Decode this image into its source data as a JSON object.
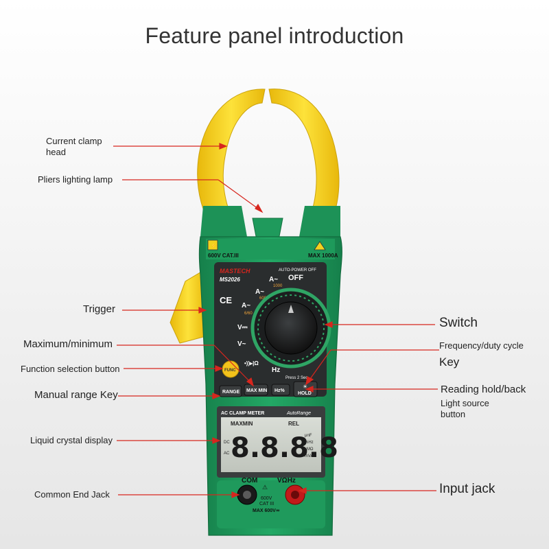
{
  "title": "Feature panel introduction",
  "colors": {
    "body_green": "#1f9a5c",
    "clamp_yellow": "#f5d21a",
    "dark_panel": "#2a2d2e",
    "leader_red": "#d7261e"
  },
  "callouts": {
    "current_clamp_head": "Current clamp\nhead",
    "pliers_lighting_lamp": "Pliers lighting lamp",
    "trigger": "Trigger",
    "maximum_minimum": "Maximum/minimum",
    "function_selection_button": "Function selection button",
    "manual_range_key": "Manual range Key",
    "liquid_crystal_display": "Liquid crystal display",
    "common_end_jack": "Common End Jack",
    "switch": "Switch",
    "frequency_duty_cycle": "Frequency/duty cycle",
    "key": "Key",
    "reading_hold_back": "Reading hold/back",
    "light_source_button": "Light source\nbutton",
    "input_jack": "Input jack"
  },
  "device": {
    "cat_rating": "600V CAT.III",
    "max_current": "MAX 1000A",
    "brand": "MASTECH",
    "model": "MS2026",
    "auto_power_off": "AUTO-POWER OFF",
    "off": "OFF",
    "ce_mark": "CE",
    "dial": {
      "a_ac": "A~",
      "a_ac_1000": "1000",
      "a_ac_600_label": "A~",
      "a_ac_600": "600",
      "a_ac_660_label": "A~",
      "a_ac_660": "6/60",
      "v_dc": "V⎓",
      "v_ac": "V~",
      "continuity": "•))▸|Ω",
      "hz": "Hz",
      "press_note": "Press 2 Sec"
    },
    "buttons": {
      "func": "FUNC",
      "range": "RANGE",
      "max_min": "MAX MIN",
      "hz_pct": "Hz%",
      "hold": "HOLD"
    },
    "lcd": {
      "header_left": "AC CLAMP METER",
      "header_right": "AutoRange",
      "status": "MAXMIN",
      "rel": "REL",
      "digits": "8.8.8.8",
      "dc": "DC",
      "ac": "AC",
      "units_1": "μnF",
      "units_2": "%Hz",
      "units_3": "kMΩ",
      "units_4": "mVA"
    },
    "jacks": {
      "com": "COM",
      "input_label": "VΩHz",
      "rating_600v": "600V",
      "cat": "CAT III",
      "max": "MAX 600V≂"
    }
  }
}
